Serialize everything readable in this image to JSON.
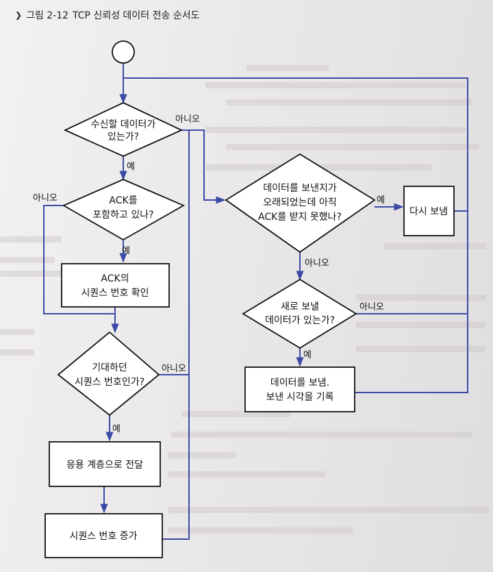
{
  "caption": {
    "figure_label": "그림 2-12",
    "title": "TCP 신뢰성 데이터 전송 순서도"
  },
  "nodes": {
    "has_data": [
      "수신할 데이터가",
      "있는가?"
    ],
    "has_ack": [
      "ACK를",
      "포함하고 있나?"
    ],
    "check_seq": [
      "ACK의",
      "시퀀스 번호 확인"
    ],
    "expected_seq": [
      "기대하던",
      "시퀀스 번호인가?"
    ],
    "deliver": [
      "응용 계층으로 전달"
    ],
    "increment_seq": [
      "시퀀스 번호 증가"
    ],
    "timeout": [
      "데이터를 보낸지가",
      "오래되었는데 아직",
      "ACK를 받지 못했나?"
    ],
    "resend": [
      "다시 보냄"
    ],
    "new_data": [
      "새로 보낼",
      "데이터가 있는가?"
    ],
    "send_data": [
      "데이터를 보냄.",
      "보낸 시각을 기록"
    ]
  },
  "edge_labels": {
    "yes": "예",
    "no": "아니오"
  },
  "colors": {
    "line": "#3b4aa6",
    "box_stroke": "#111111",
    "box_fill": "#ffffff"
  }
}
